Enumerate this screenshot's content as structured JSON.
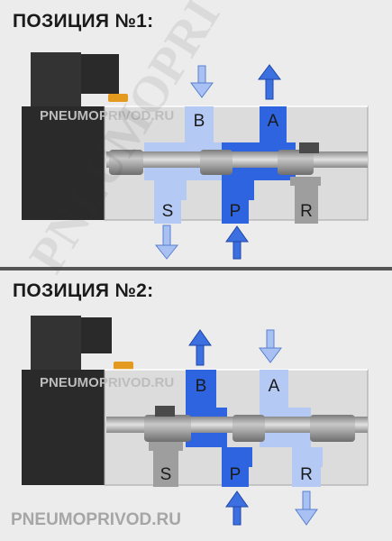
{
  "positions": [
    {
      "title": "ПОЗИЦИЯ №1:",
      "ports": {
        "B": "B",
        "A": "A",
        "S": "S",
        "P": "P",
        "R": "R"
      }
    },
    {
      "title": "ПОЗИЦИЯ №2:",
      "ports": {
        "B": "B",
        "A": "A",
        "S": "S",
        "P": "P",
        "R": "R"
      }
    }
  ],
  "watermarks": {
    "inline": "PNEUMOPRIVOD.RU",
    "diagonal": "PNEUMOPRIVOD.RU",
    "footer": "PNEUMOPRIVOD.RU"
  },
  "colors": {
    "pressure": "#2f64e0",
    "exhaust": "#b4c9f3",
    "arrow": "#6d9ae8",
    "body": "#dcdcdc",
    "coil": "#2a2a2a",
    "spool": "#a0a0a0"
  }
}
